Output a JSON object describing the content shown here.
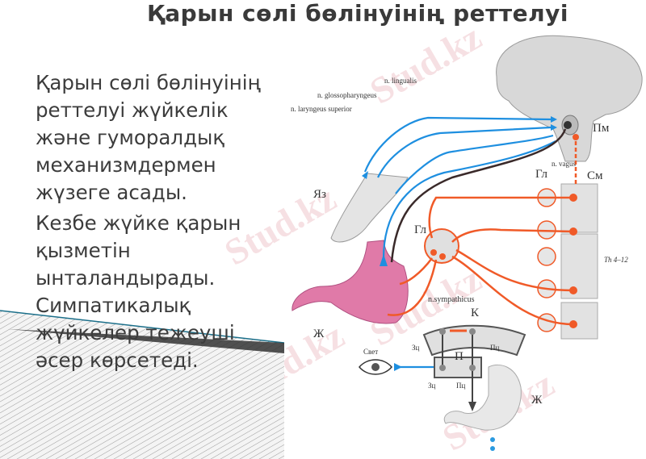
{
  "slide": {
    "title": "Қарын сөлі бөлінуінің реттелуі",
    "paragraphs": [
      "Қарын сөлі бөлінуінің реттелуі жүйкелік және гуморалдық механизмдермен жүзеге асады.",
      "Кезбе жүйке қарын қызметін ынталандырады. Симпатикалық жүйкелер тежеуші әсер көрсетеді."
    ]
  },
  "diagram": {
    "labels": {
      "n_lingualis": "n. lingualis",
      "n_glossopharyngeus": "n. glossopharyngeus",
      "n_laryngeus": "n. laryngeus superior",
      "pm": "Пм",
      "n_vagus": "n. vagus",
      "gl_top": "Гл",
      "sm": "См",
      "yaz": "Яз",
      "gl_mid": "Гл",
      "th": "Th 4–12",
      "n_sympathicus": "n.sympathicus",
      "k": "К",
      "zc1": "Зц",
      "pc1": "Пц",
      "p": "П",
      "svet": "Свет",
      "zc2": "Зц",
      "pc2": "Пц",
      "zh1": "Ж",
      "zh2": "Ж"
    },
    "colors": {
      "afferent": "#1e8fe0",
      "vagus": "#3a2a2a",
      "sympathetic": "#f05a28",
      "stomach": "#e07aa8"
    }
  },
  "watermark": "Stud.kz"
}
